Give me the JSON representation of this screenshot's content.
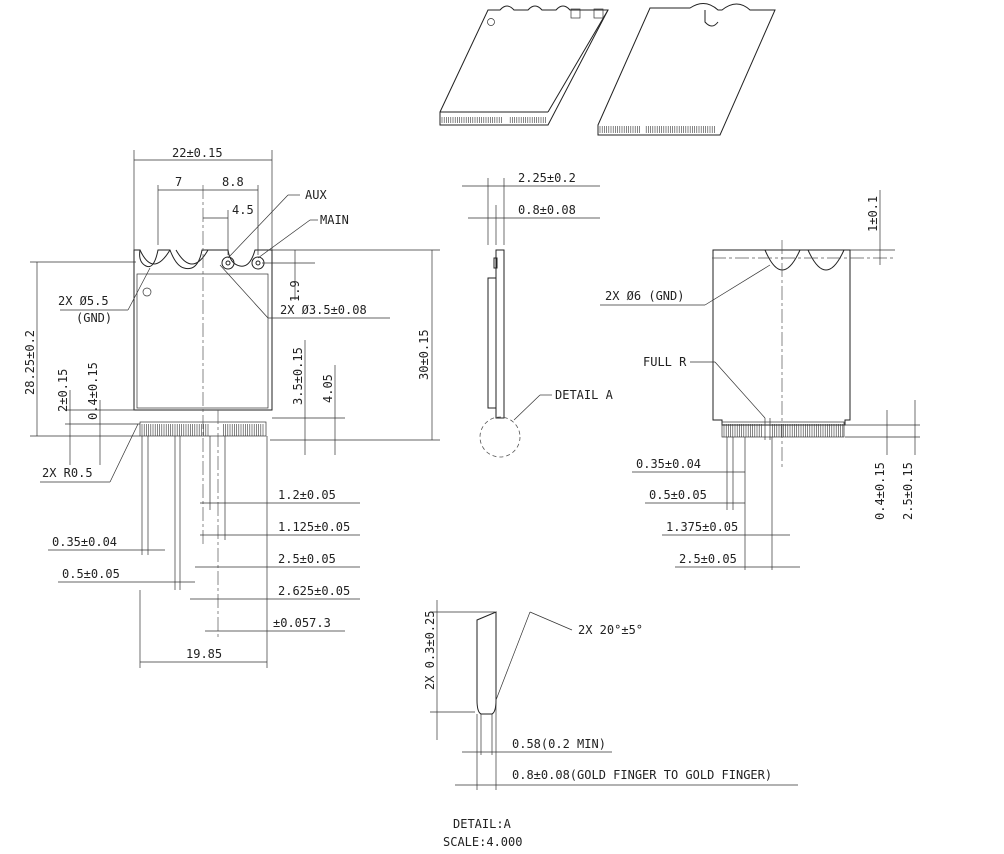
{
  "front_view": {
    "width_dim": "22±0.15",
    "dim_7": "7",
    "dim_8_8": "8.8",
    "dim_4_5": "4.5",
    "aux_label": "AUX",
    "main_label": "MAIN",
    "dim_1_9": "1.9",
    "gnd_hole_dim": "2X Ø5.5",
    "gnd_hole_sub": "(GND)",
    "conn_dim": "2X Ø3.5±0.08",
    "height_28": "28.25±0.2",
    "height_30": "30±0.15",
    "dim_2": "2±0.15",
    "dim_0_4": "0.4±0.15",
    "dim_3_5": "3.5±0.15",
    "dim_4_05": "4.05",
    "corner_radius": "2X R0.5",
    "pin_dims": [
      "1.2±0.05",
      "1.125±0.05",
      "2.5±0.05",
      "2.625±0.05",
      "±0.057.3"
    ],
    "dim_0_35": "0.35±0.04",
    "dim_0_5": "0.5±0.05",
    "dim_19_85": "19.85"
  },
  "side_view": {
    "dim_2_25": "2.25±0.2",
    "dim_0_8": "0.8±0.08",
    "detail_label": "DETAIL A"
  },
  "back_view": {
    "dim_1": "1±0.1",
    "gnd_hole_dim": "2X Ø6 (GND)",
    "full_r": "FULL R",
    "dim_0_35": "0.35±0.04",
    "dim_0_5": "0.5±0.05",
    "dim_1_375": "1.375±0.05",
    "dim_2_5": "2.5±0.05",
    "dim_0_4": "0.4±0.15",
    "dim_2_5_v": "2.5±0.15"
  },
  "detail_a": {
    "chamfer_dim": "2X 0.3±0.25",
    "angle_dim": "2X 20°±5°",
    "dim_0_58": "0.58(0.2 MIN)",
    "dim_0_8": "0.8±0.08(GOLD FINGER TO GOLD FINGER)",
    "title": "DETAIL:A",
    "scale": "SCALE:4.000"
  }
}
